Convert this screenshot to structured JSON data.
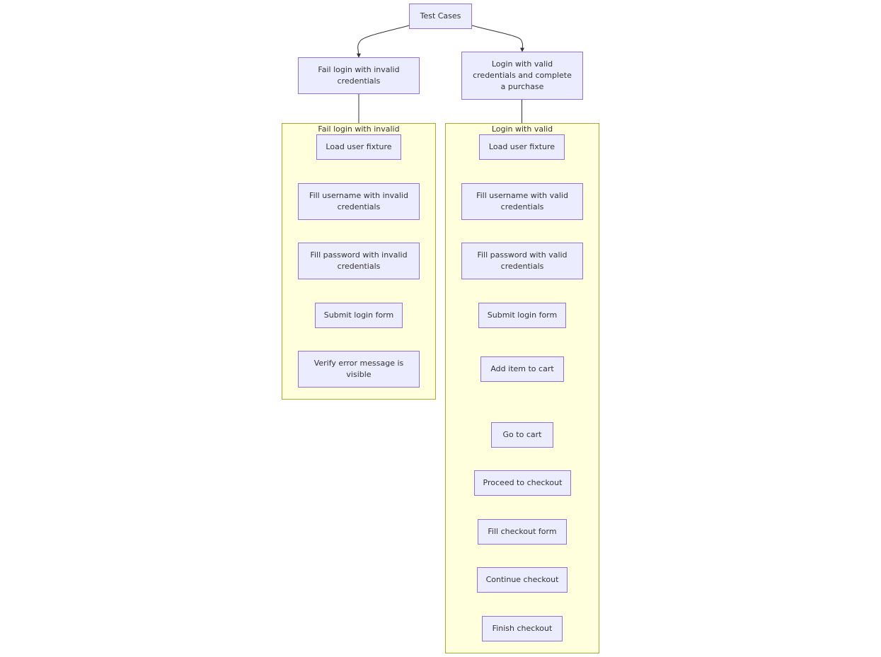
{
  "diagram": {
    "colors": {
      "node_fill": "#ececff",
      "node_border": "#9370db",
      "cluster_fill": "#ffffde",
      "cluster_border": "#aaaa33",
      "edge": "#333333",
      "text": "#333333"
    },
    "root": "Test Cases",
    "branches": [
      {
        "label": "Fail login with invalid\ncredentials"
      },
      {
        "label": "Login with valid\ncredentials and complete\na purchase"
      }
    ],
    "clusters": [
      {
        "title": "Fail login with invalid",
        "steps": [
          "Load user fixture",
          "Fill username with invalid\ncredentials",
          "Fill password with invalid\ncredentials",
          "Submit login form",
          "Verify error message is\nvisible"
        ]
      },
      {
        "title": "Login with valid",
        "steps": [
          "Load user fixture",
          "Fill username with valid\ncredentials",
          "Fill password with valid\ncredentials",
          "Submit login form",
          "Add item to cart",
          "Go to cart",
          "Proceed to checkout",
          "Fill checkout form",
          "Continue checkout",
          "Finish checkout"
        ]
      }
    ]
  }
}
